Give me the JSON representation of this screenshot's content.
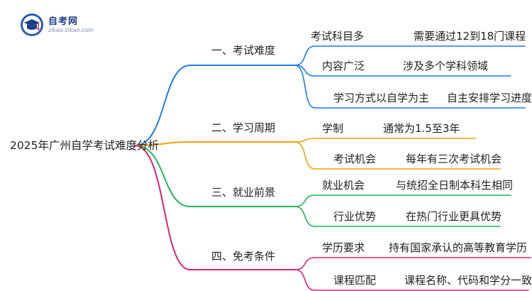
{
  "logo": {
    "title": "自考网",
    "url": "zikao-zikao.com",
    "icon": "graduation-cap-icon"
  },
  "root": "2025年广州自学考试难度分析",
  "branches": [
    {
      "label": "一、考试难度",
      "color": "#1e7be6",
      "items": [
        {
          "name": "考试科目多",
          "detail": "需要通过12到18门课程"
        },
        {
          "name": "内容广泛",
          "detail": "涉及多个学科领域"
        },
        {
          "name": "学习方式以自学为主",
          "detail": "自主安排学习进度"
        }
      ]
    },
    {
      "label": "二、学习周期",
      "color": "#f0a20a",
      "items": [
        {
          "name": "学制",
          "detail": "通常为1.5至3年"
        },
        {
          "name": "考试机会",
          "detail": "每年有三次考试机会"
        }
      ]
    },
    {
      "label": "三、就业前景",
      "color": "#21b35a",
      "items": [
        {
          "name": "就业机会",
          "detail": "与统招全日制本科生相同"
        },
        {
          "name": "行业优势",
          "detail": "在热门行业更具优势"
        }
      ]
    },
    {
      "label": "四、免考条件",
      "color": "#e0206e",
      "items": [
        {
          "name": "学历要求",
          "detail": "持有国家承认的高等教育学历"
        },
        {
          "name": "课程匹配",
          "detail": "课程名称、代码和学分一致"
        }
      ]
    }
  ]
}
